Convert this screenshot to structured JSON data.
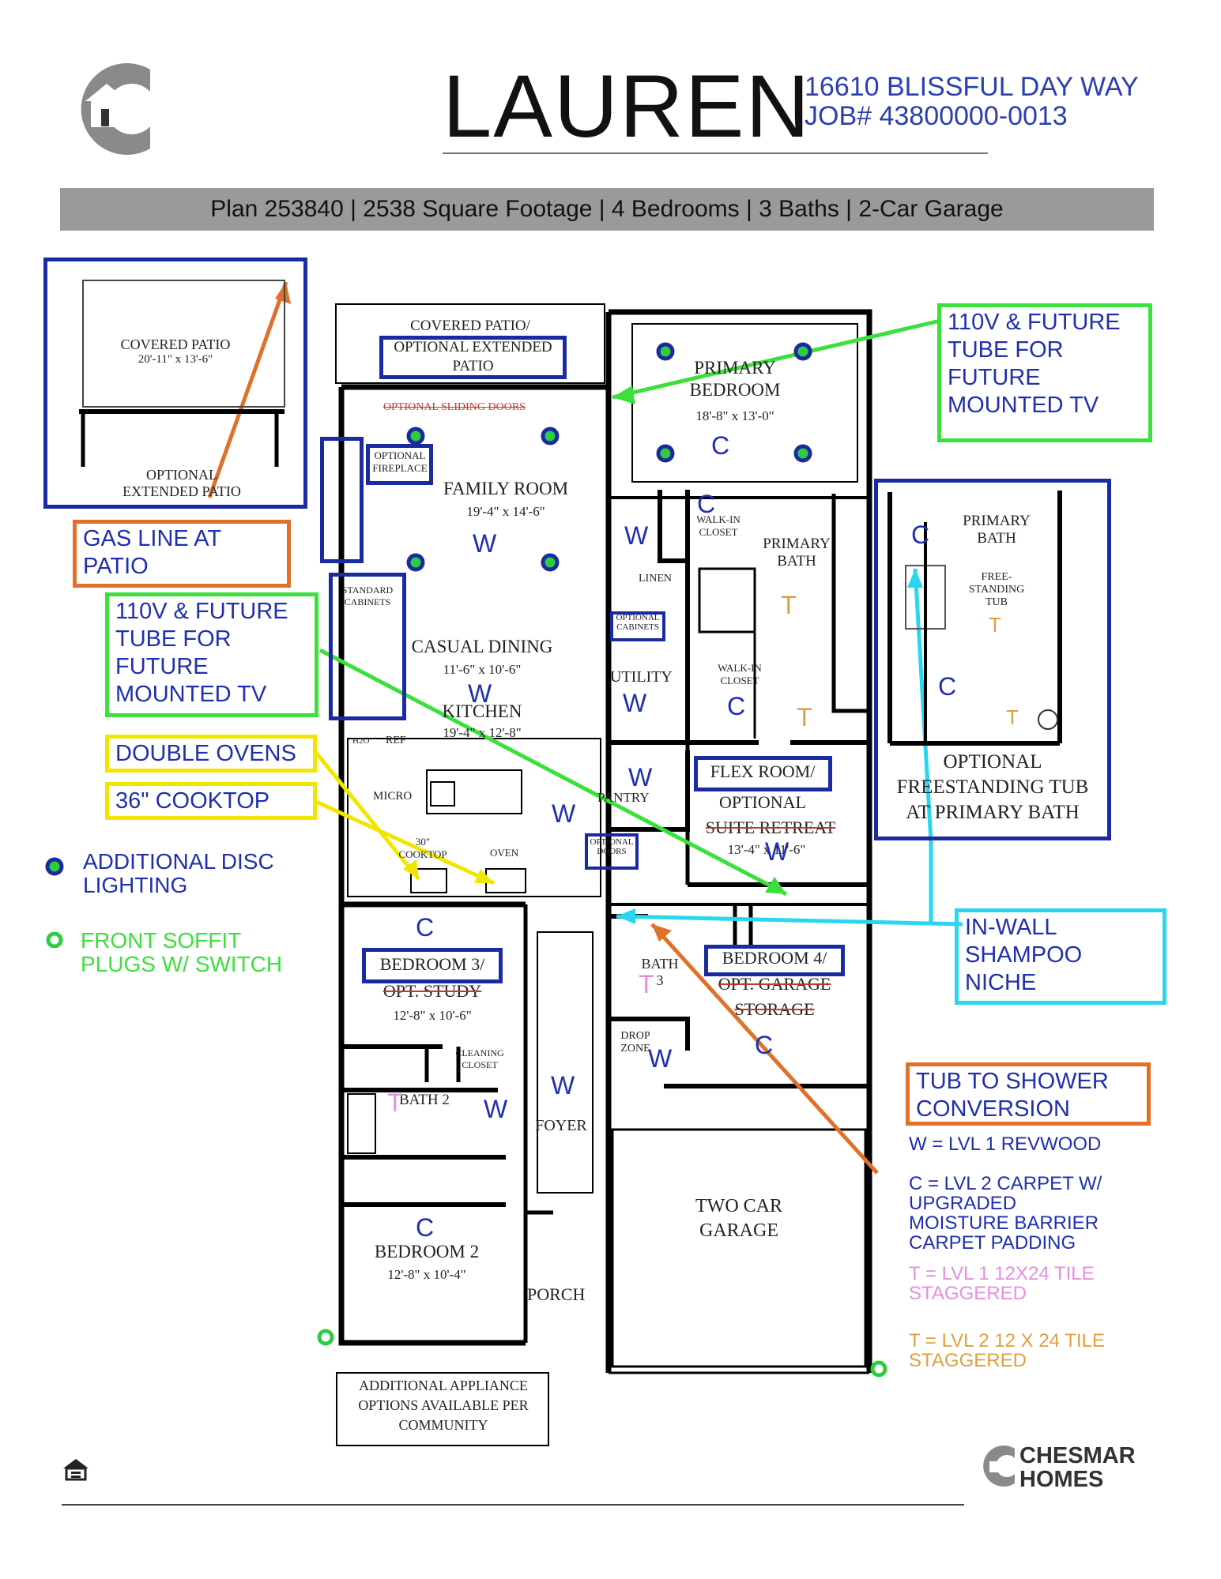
{
  "header": {
    "plan_name": "LAUREN",
    "address_line": "16610 BLISSFUL DAY WAY",
    "job_line": "JOB# 43800000-0013",
    "summary": "Plan 253840 | 2538 Square Footage | 4 Bedrooms | 3 Baths | 2-Car Garage"
  },
  "callouts": {
    "tv_primary": "110V & FUTURE TUBE FOR FUTURE MOUNTED TV",
    "gas_line": "GAS LINE AT PATIO",
    "tv_family": "110V & FUTURE TUBE FOR FUTURE MOUNTED TV",
    "double_ovens": "DOUBLE OVENS",
    "cooktop": "36\" COOKTOP",
    "shampoo_niche": "IN-WALL SHAMPOO NICHE",
    "tub_shower": "TUB TO SHOWER CONVERSION"
  },
  "legend": {
    "disc_lighting": "ADDITIONAL DISC LIGHTING",
    "soffit_plugs": "FRONT SOFFIT PLUGS W/ SWITCH",
    "w_code": "W = LVL 1 REVWOOD",
    "c_code": "C = LVL 2 CARPET W/ UPGRADED MOISTURE BARRIER CARPET PADDING",
    "t1_code": "T = LVL 1 12X24 TILE STAGGERED",
    "t2_code": "T = LVL 2 12 X 24 TILE STAGGERED",
    "colors": {
      "blue": "#1f2fb0",
      "green": "#2ecc40",
      "orange": "#e0702a",
      "yellow": "#f2e600",
      "cyan": "#29d6f0",
      "pink": "#e58ee0",
      "tan": "#e0a040"
    }
  },
  "patio_inset": {
    "label": "COVERED PATIO",
    "size": "20'-11\" x 13'-6\"",
    "optional": "OPTIONAL EXTENDED PATIO"
  },
  "bath_inset": {
    "bath_label": "PRIMARY BATH",
    "tub_label": "FREE-STANDING TUB",
    "caption": "OPTIONAL FREESTANDING TUB AT PRIMARY BATH"
  },
  "rooms": {
    "covered_patio": "COVERED PATIO/",
    "optional_extended_patio": "OPTIONAL EXTENDED PATIO",
    "optional_sliding_doors": "OPTIONAL SLIDING DOORS",
    "optional_fireplace": "OPTIONAL FIREPLACE",
    "family_room": "FAMILY ROOM",
    "family_room_size": "19'-4\" x 14'-6\"",
    "standard_cabinets": "STANDARD CABINETS",
    "casual_dining": "CASUAL DINING",
    "casual_dining_size": "11'-6\" x 10'-6\"",
    "kitchen": "KITCHEN",
    "kitchen_size": "19'-4\" x 12'-8\"",
    "h2o": "H2O",
    "ref": "REF",
    "micro": "MICRO",
    "cooktop_30": "30\" COOKTOP",
    "oven": "OVEN",
    "primary_bedroom": "PRIMARY BEDROOM",
    "primary_bedroom_size": "18'-8\" x 13'-0\"",
    "walk_in_closet": "WALK-IN CLOSET",
    "linen": "LINEN",
    "primary_bath": "PRIMARY BATH",
    "optional_cabinets": "OPTIONAL CABINETS",
    "utility": "UTILITY",
    "pantry": "PANTRY",
    "flex_room": "FLEX ROOM/",
    "optional_suite": "OPTIONAL",
    "suite_retreat": "SUITE RETREAT",
    "flex_size": "13'-4\" x 11'-6\"",
    "optional_doors": "OPTIONAL DOORS",
    "bedroom3": "BEDROOM 3/",
    "opt_study": "OPT. STUDY",
    "bedroom3_size": "12'-8\" x 10'-6\"",
    "cleaning_closet": "CLEANING CLOSET",
    "bath2": "BATH 2",
    "bath3": "BATH 3",
    "drop_zone": "DROP ZONE",
    "bedroom4": "BEDROOM 4/",
    "opt_garage": "OPT. GARAGE",
    "storage": "STORAGE",
    "foyer": "FOYER",
    "garage": "TWO CAR GARAGE",
    "bedroom2": "BEDROOM 2",
    "bedroom2_size": "12'-8\" x 10'-4\"",
    "porch": "PORCH"
  },
  "floor_marks": {
    "w": "W",
    "c": "C",
    "t": "T"
  },
  "appliance_note": "ADDITIONAL APPLIANCE OPTIONS AVAILABLE PER COMMUNITY",
  "brand": {
    "line1": "CHESMAR",
    "line2": "HOMES"
  }
}
